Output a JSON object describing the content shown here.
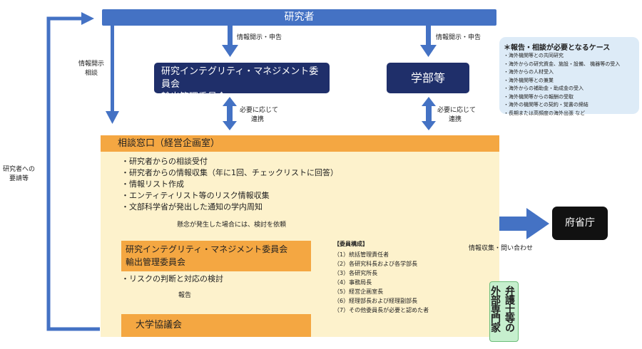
{
  "researcher": "研究者",
  "committee_top": [
    "研究インテグリティ・マネジメント委員会",
    "輸出管理委員会"
  ],
  "faculty": "学部等",
  "disclosure_label_left": "情報開示・申告",
  "disclosure_label_right": "情報開示・申告",
  "left_label": [
    "情報開示",
    "相談"
  ],
  "far_left_label": [
    "研究者への",
    "要請等"
  ],
  "coop_left": [
    "必要に応じて",
    "連携"
  ],
  "coop_right": [
    "必要に応じて",
    "連携"
  ],
  "cases": {
    "title": "＊報告・相談が必要となるケース",
    "items": [
      "・海外機関等との共同研究",
      "・海外からの研究資金、施設・設備、 機器等の受入",
      "・海外からの人材受入",
      "・海外機関等との兼業",
      "・海外からの補助金・助成金の受入",
      "・海外機関等からの報酬の受取",
      "・海外の機関等との契約・覚書の締結",
      "・長期または高頻度の海外出張 など"
    ]
  },
  "window_title": "相談窓口（経営企画室）",
  "tasks": [
    "・研究者からの相談受付",
    "・研究者からの情報収集（年に1回、チェックリストに回答）",
    "・情報リスト作成",
    "・エンティティリスト等のリスク情報収集",
    "・文部科学省が発出した通知の学内周知"
  ],
  "concern_label": "懸念が発生した場合には、検討を依頼",
  "committee_mid": [
    "研究インテグリティ・マネジメント委員会",
    "輸出管理委員会"
  ],
  "risk_text": "・リスクの判断と対応の検討",
  "report_label": "報告",
  "univ": "大学協議会",
  "gov": "府省庁",
  "gov_label": "情報収集・問い合わせ",
  "members": {
    "title": "【委員構成】",
    "items": [
      "（1）統括管理責任者",
      "（2）各研究科長および各学部長",
      "（3）各研究所長",
      "（4）事務局長",
      "（5）経営企画室長",
      "（6）経理部長および経理副部長",
      "（7）その他委員長が必要と認めた者"
    ]
  },
  "expert": "弁護士等の外部専門家",
  "colors": {
    "blue": "#4472c4",
    "navy": "#1f2f6a",
    "orange": "#f4a742",
    "cream": "#fdf2cc",
    "lightblue": "#ddebf7",
    "green": "#c6efce"
  }
}
